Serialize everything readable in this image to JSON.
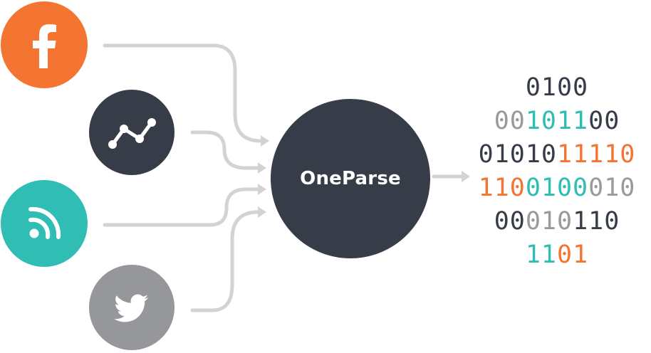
{
  "colors": {
    "facebook": "#F37531",
    "analytics": "#363D49",
    "rss": "#2FBDB4",
    "twitter": "#96979B",
    "hub": "#363D49",
    "connector": "#D3D3D3",
    "bit_dark": "#363D49",
    "bit_gray": "#9A9A9E",
    "bit_teal": "#2FBDB4",
    "bit_orange": "#F37531"
  },
  "sources": [
    {
      "id": "facebook",
      "icon": "facebook-icon"
    },
    {
      "id": "analytics",
      "icon": "trend-line-icon"
    },
    {
      "id": "rss",
      "icon": "rss-icon"
    },
    {
      "id": "twitter",
      "icon": "twitter-icon"
    }
  ],
  "hub": {
    "label": "OneParse"
  },
  "binary_lines": [
    [
      {
        "t": "0100",
        "c": "dark"
      }
    ],
    [
      {
        "t": "00",
        "c": "gray"
      },
      {
        "t": "1011",
        "c": "teal"
      },
      {
        "t": "00",
        "c": "dark"
      }
    ],
    [
      {
        "t": "01010",
        "c": "dark"
      },
      {
        "t": "11110",
        "c": "orange"
      }
    ],
    [
      {
        "t": "110",
        "c": "orange"
      },
      {
        "t": "0100",
        "c": "teal"
      },
      {
        "t": "010",
        "c": "gray"
      }
    ],
    [
      {
        "t": "00",
        "c": "dark"
      },
      {
        "t": "010",
        "c": "gray"
      },
      {
        "t": "110",
        "c": "dark"
      }
    ],
    [
      {
        "t": "11",
        "c": "teal"
      },
      {
        "t": "01",
        "c": "orange"
      }
    ]
  ]
}
